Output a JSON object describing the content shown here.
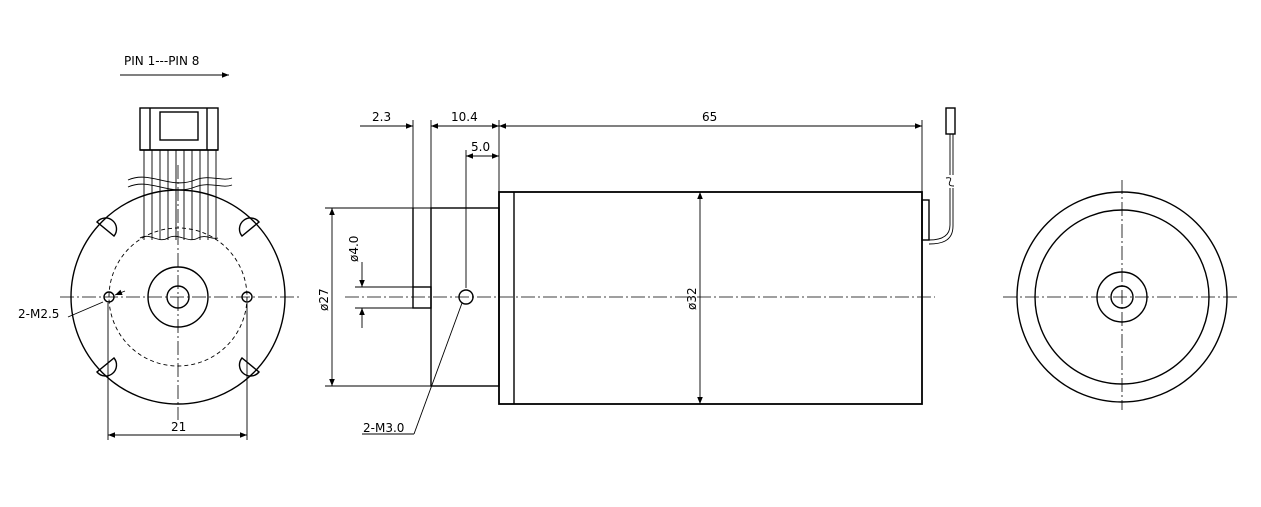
{
  "colors": {
    "line": "#000000",
    "background": "#ffffff"
  },
  "front_view": {
    "pin_label": "PIN 1---PIN 8",
    "hole_note": "2-M2.5",
    "dim_spacing": "21"
  },
  "side_view": {
    "dim_flange": "2.3",
    "dim_gearbox": "10.4",
    "dim_body": "65",
    "dim_hole_offset": "5.0",
    "dim_shaft_dia": "ø4.0",
    "dim_gearbox_dia": "ø27",
    "dim_body_dia": "ø32",
    "hole_note": "2-M3.0"
  }
}
